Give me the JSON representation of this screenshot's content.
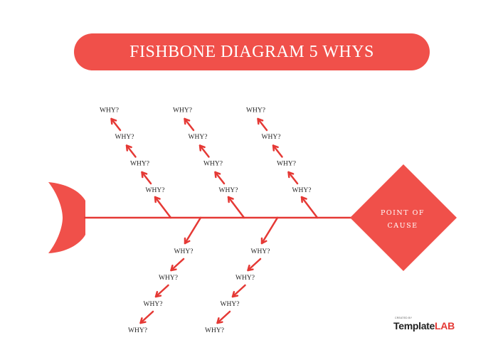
{
  "title": "FISHBONE DIAGRAM 5 WHYS",
  "cause": {
    "line1": "POINT OF",
    "line2": "CAUSE"
  },
  "why_label": "WHY?",
  "brand": {
    "small": "CREATED BY",
    "name_part1": "Template",
    "name_part2": "LAB"
  },
  "colors": {
    "accent": "#f0504a",
    "spine": "#e53935",
    "text": "#222222"
  }
}
